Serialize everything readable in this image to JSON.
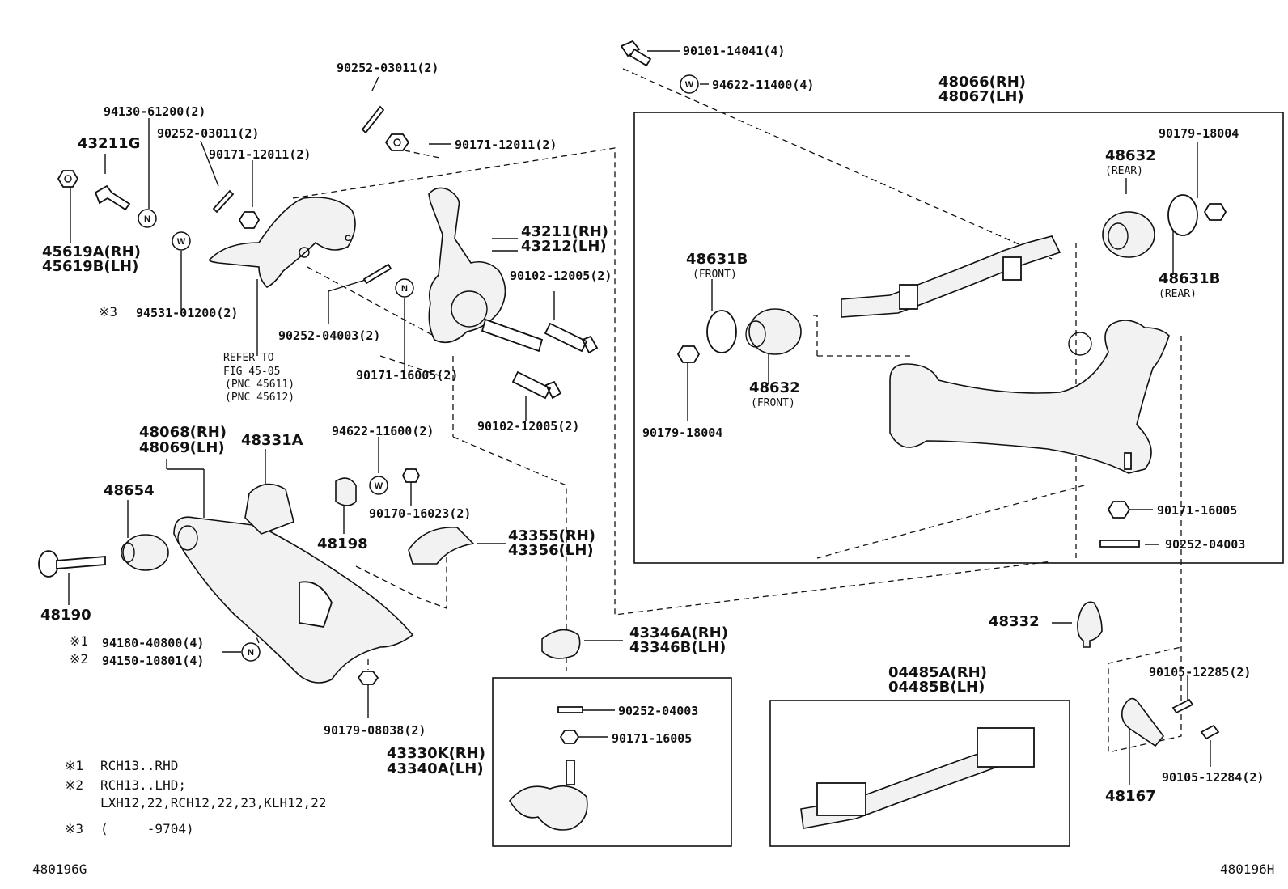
{
  "labels": {
    "p90252_03011_top": "90252-03011(2)",
    "p94130": "94130-61200(2)",
    "p43211G": "43211G",
    "p90252_03011_mid": "90252-03011(2)",
    "p90171_12011_left": "90171-12011(2)",
    "p90171_12011_right": "90171-12011(2)",
    "p45619A": "45619A(RH)",
    "p45619B": "45619B(LH)",
    "p94531": "94531-01200(2)",
    "p94531_mark": "※3",
    "p90252_04003_left": "90252-04003(2)",
    "refer1": "REFER TO",
    "refer2": "FIG 45-05",
    "refer3": "(PNC 45611)",
    "refer4": "(PNC 45612)",
    "p90171_16005_mid": "90171-16005(2)",
    "p43211": "43211(RH)",
    "p43212": "43212(LH)",
    "p90102_a": "90102-12005(2)",
    "p90102_b": "90102-12005(2)",
    "p90101": "90101-14041(4)",
    "p94622_11400": "94622-11400(4)",
    "p48066": "48066(RH)",
    "p48067": "48067(LH)",
    "p90179_18004_r": "90179-18004",
    "p48632_rear1": "48632",
    "p48632_rear2": "(REAR)",
    "p48631B_front1": "48631B",
    "p48631B_front2": "(FRONT)",
    "p48631B_rear1": "48631B",
    "p48631B_rear2": "(REAR)",
    "p48632_front1": "48632",
    "p48632_front2": "(FRONT)",
    "p90179_18004_l": "90179-18004",
    "p90171_16005_r": "90171-16005",
    "p90252_04003_r": "90252-04003",
    "p48068": "48068(RH)",
    "p48069": "48069(LH)",
    "p48331A": "48331A",
    "p94622_11600": "94622-11600(2)",
    "p48654": "48654",
    "p48198": "48198",
    "p90170": "90170-16023(2)",
    "p43355": "43355(RH)",
    "p43356": "43356(LH)",
    "p48190": "48190",
    "p94180_mark": "※1",
    "p94180": "94180-40800(4)",
    "p94150_mark": "※2",
    "p94150": "94150-10801(4)",
    "p90179_08038": "90179-08038(2)",
    "p43346A": "43346A(RH)",
    "p43346B": "43346B(LH)",
    "p48332": "48332",
    "p04485A": "04485A(RH)",
    "p04485B": "04485B(LH)",
    "p90105_12285": "90105-12285(2)",
    "p90105_12284": "90105-12284(2)",
    "p48167": "48167",
    "p90252_04003_bj": "90252-04003",
    "p90171_16005_bj": "90171-16005",
    "p43330K": "43330K(RH)",
    "p43340A": "43340A(LH)"
  },
  "notes": {
    "n1_mark": "※1",
    "n1_text": "RCH13..RHD",
    "n2_mark": "※2",
    "n2_text": "RCH13..LHD;",
    "n2_text2": "LXH12,22,RCH12,22,23,KLH12,22",
    "n3_mark": "※3",
    "n3_text": "(     -9704)"
  },
  "footer": {
    "left_code": "480196G",
    "right_code": "480196H"
  },
  "symbols": {
    "washer": "W",
    "nut": "N",
    "clip": "C"
  }
}
